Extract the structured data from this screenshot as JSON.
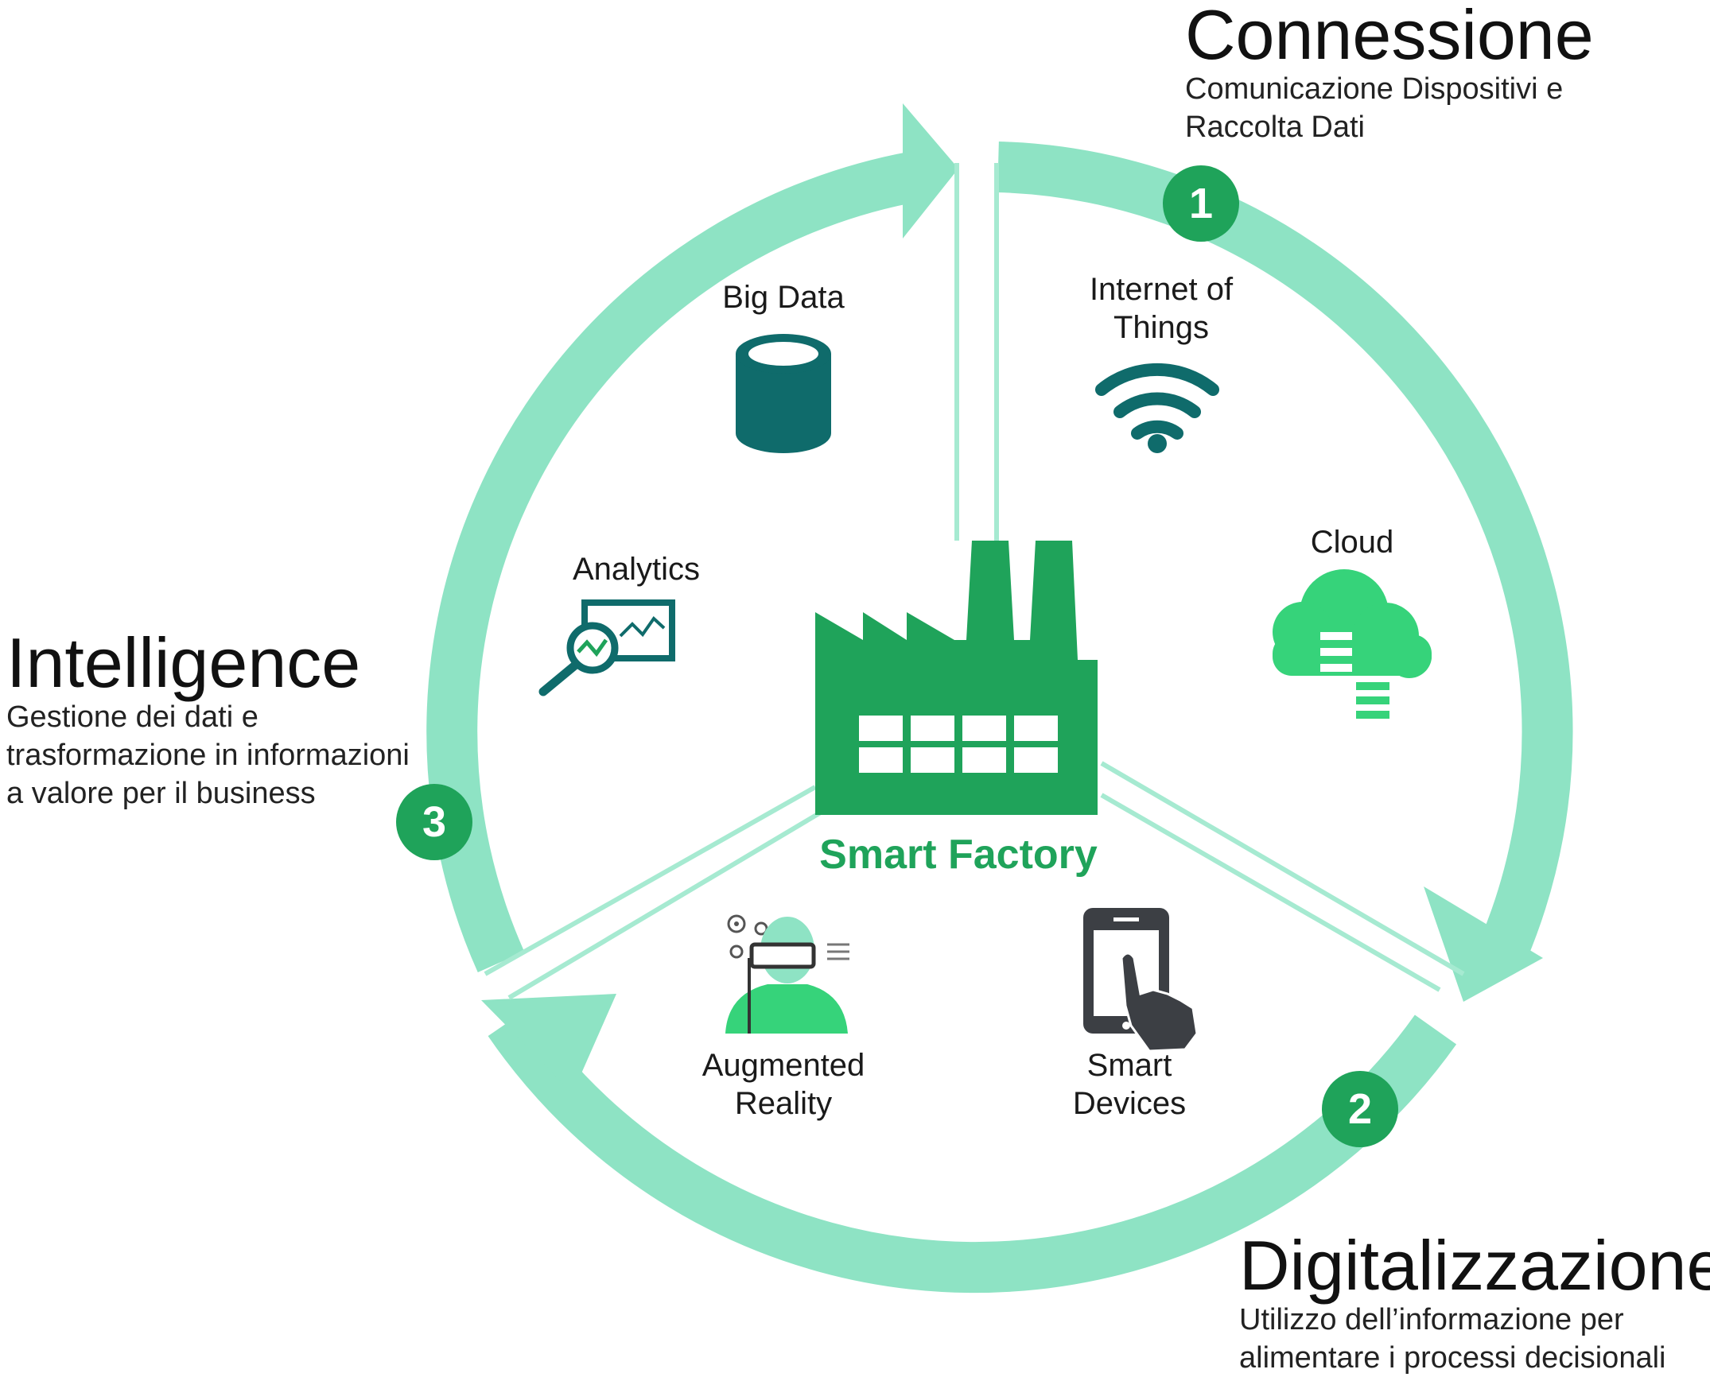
{
  "colors": {
    "ring": "#8ee3c4",
    "divider": "#a6ead1",
    "accent": "#1fa35a",
    "dark_teal": "#0f6b6b",
    "cloud": "#36d37a",
    "device": "#3c3f44"
  },
  "phases": [
    {
      "number": "1",
      "title": "Connessione",
      "desc_lines": [
        "Comunicazione Dispositivi e",
        "Raccolta Dati"
      ]
    },
    {
      "number": "2",
      "title": "Digitalizzazione",
      "desc_lines": [
        "Utilizzo dell’informazione per",
        "alimentare i processi decisionali"
      ]
    },
    {
      "number": "3",
      "title": "Intelligence",
      "desc_lines": [
        "Gestione dei dati e",
        "trasformazione in informazioni",
        "a valore per il business"
      ]
    }
  ],
  "center": {
    "label": "Smart Factory",
    "icon": "factory-icon"
  },
  "items": [
    {
      "lines": [
        "Big Data"
      ],
      "icon": "database-icon"
    },
    {
      "lines": [
        "Internet of",
        "Things"
      ],
      "icon": "wifi-icon"
    },
    {
      "lines": [
        "Cloud"
      ],
      "icon": "cloud-icon"
    },
    {
      "lines": [
        "Analytics"
      ],
      "icon": "analytics-icon"
    },
    {
      "lines": [
        "Augmented",
        "Reality"
      ],
      "icon": "vr-headset-icon"
    },
    {
      "lines": [
        "Smart",
        "Devices"
      ],
      "icon": "tablet-touch-icon"
    }
  ]
}
